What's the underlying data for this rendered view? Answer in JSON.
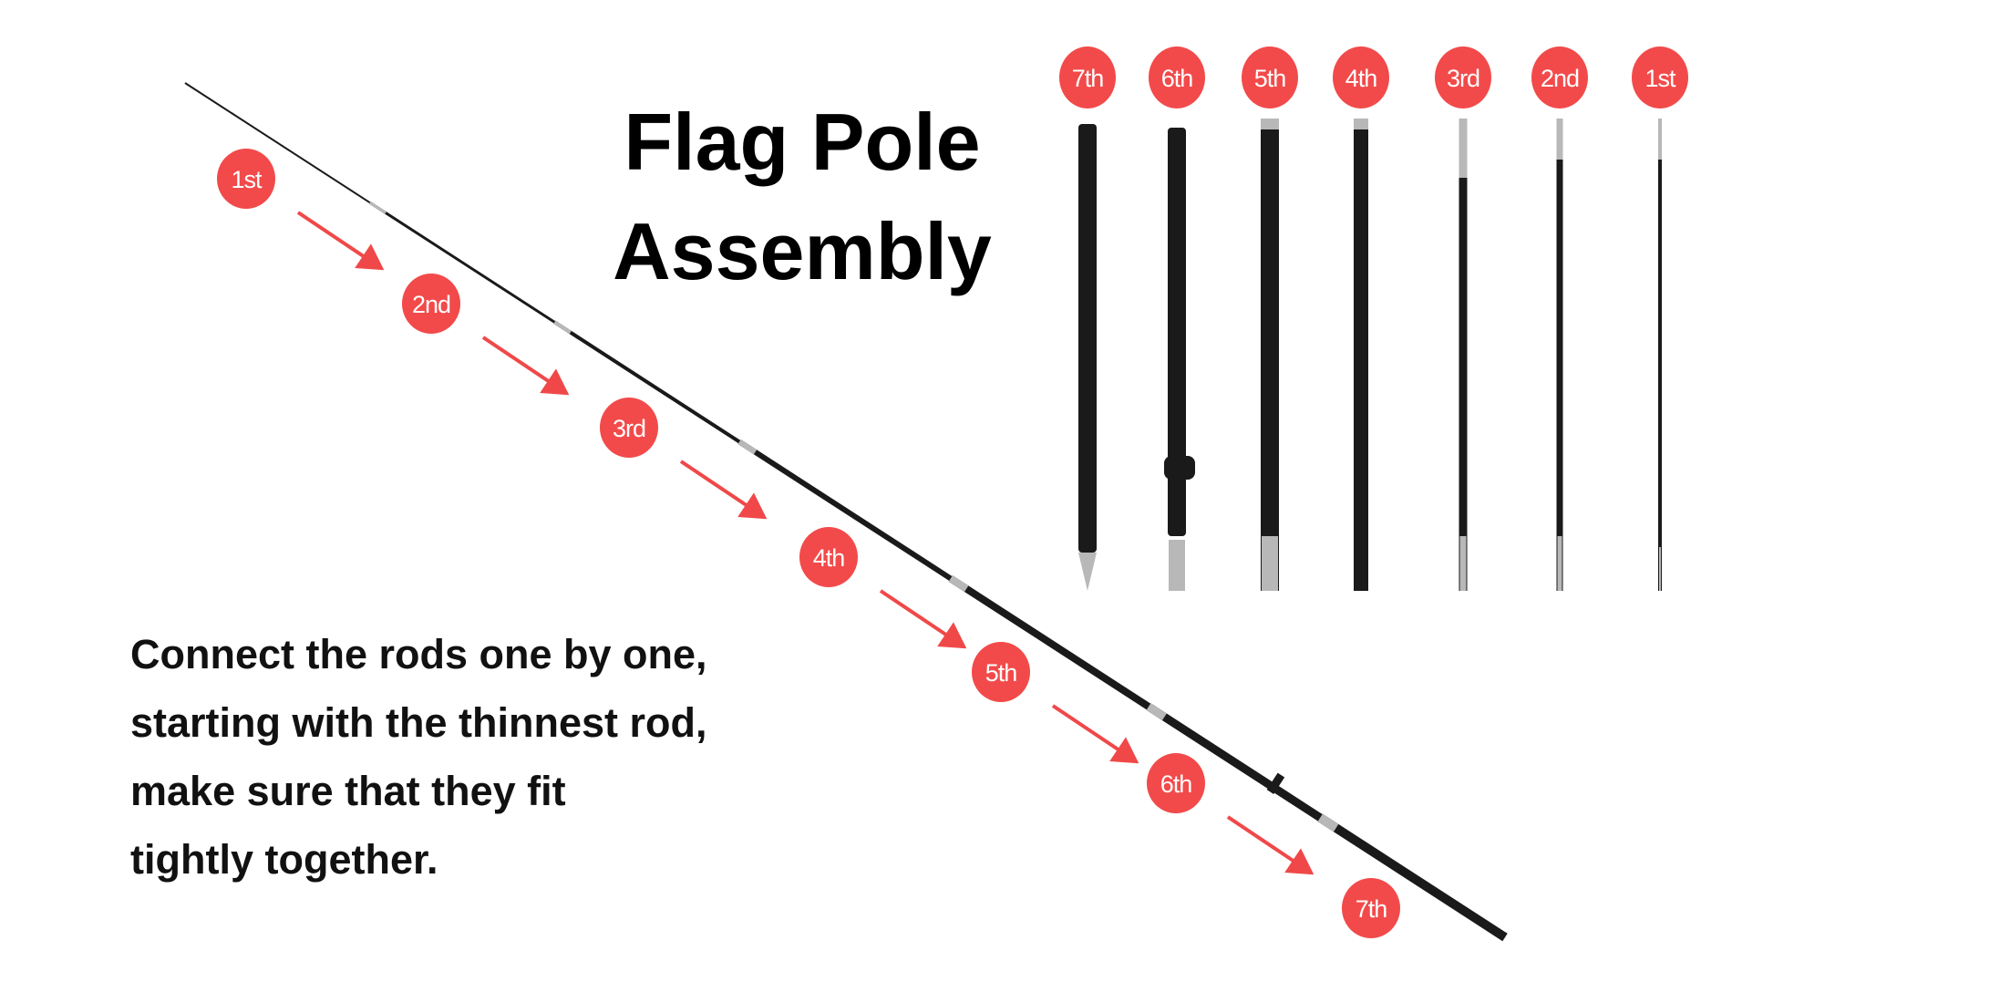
{
  "title": {
    "line1": "Flag Pole",
    "line2": "Assembly"
  },
  "instructions": [
    "Connect the rods one by one,",
    "starting with the thinnest rod,",
    "make sure that they fit",
    "tightly together."
  ],
  "step_labels": [
    "1st",
    "2nd",
    "3rd",
    "4th",
    "5th",
    "6th",
    "7th"
  ],
  "rod_labels": [
    "7th",
    "6th",
    "5th",
    "4th",
    "3rd",
    "2nd",
    "1st"
  ],
  "colors": {
    "badge": "#f24a4a",
    "arrow": "#f04848",
    "rod": "#1a1a1a",
    "metal": "#b8b8b8"
  }
}
